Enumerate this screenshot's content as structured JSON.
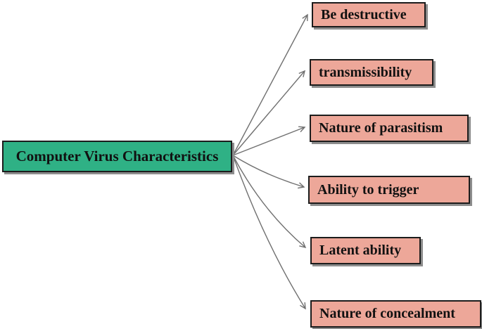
{
  "diagram": {
    "root_label": "Computer Virus Characteristics",
    "characteristics": [
      {
        "label": "Be destructive"
      },
      {
        "label": "transmissibility"
      },
      {
        "label": "Nature of parasitism"
      },
      {
        "label": "Ability to trigger"
      },
      {
        "label": "Latent ability"
      },
      {
        "label": "Nature of concealment"
      }
    ],
    "edges": [
      {
        "from": "Computer Virus Characteristics",
        "to": "Be destructive"
      },
      {
        "from": "Computer Virus Characteristics",
        "to": "transmissibility"
      },
      {
        "from": "Computer Virus Characteristics",
        "to": "Nature of parasitism"
      },
      {
        "from": "Computer Virus Characteristics",
        "to": "Ability to trigger"
      },
      {
        "from": "Computer Virus Characteristics",
        "to": "Latent ability"
      },
      {
        "from": "Computer Virus Characteristics",
        "to": "Nature of concealment"
      }
    ],
    "colors": {
      "root_fill": "#2FB185",
      "node_fill": "#EDA799",
      "border": "#1C1C1C",
      "shadow": "#8D8D8D",
      "arrow": "#707070",
      "text": "#111111",
      "background": "#FFFFFF"
    }
  }
}
